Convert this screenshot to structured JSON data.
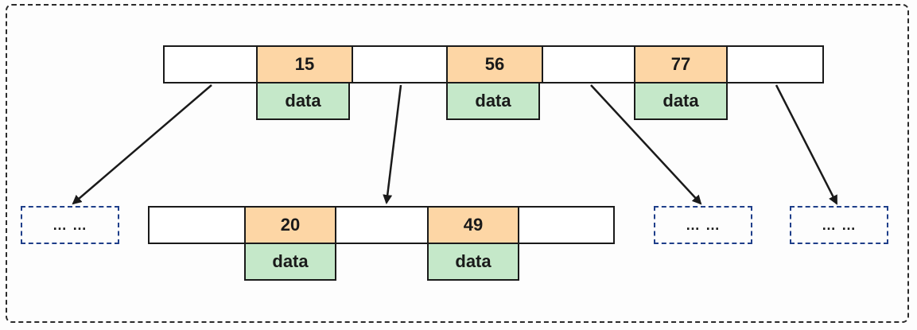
{
  "colors": {
    "key_fill": "#fdd6a5",
    "data_fill": "#c5e8c9",
    "outline": "#1a1a1a",
    "placeholder_border": "#1f3f8a"
  },
  "root": {
    "keys": [
      "15",
      "56",
      "77"
    ],
    "data_label": "data"
  },
  "child": {
    "keys": [
      "20",
      "49"
    ],
    "data_label": "data"
  },
  "placeholders": [
    "… …",
    "… …",
    "… …"
  ]
}
